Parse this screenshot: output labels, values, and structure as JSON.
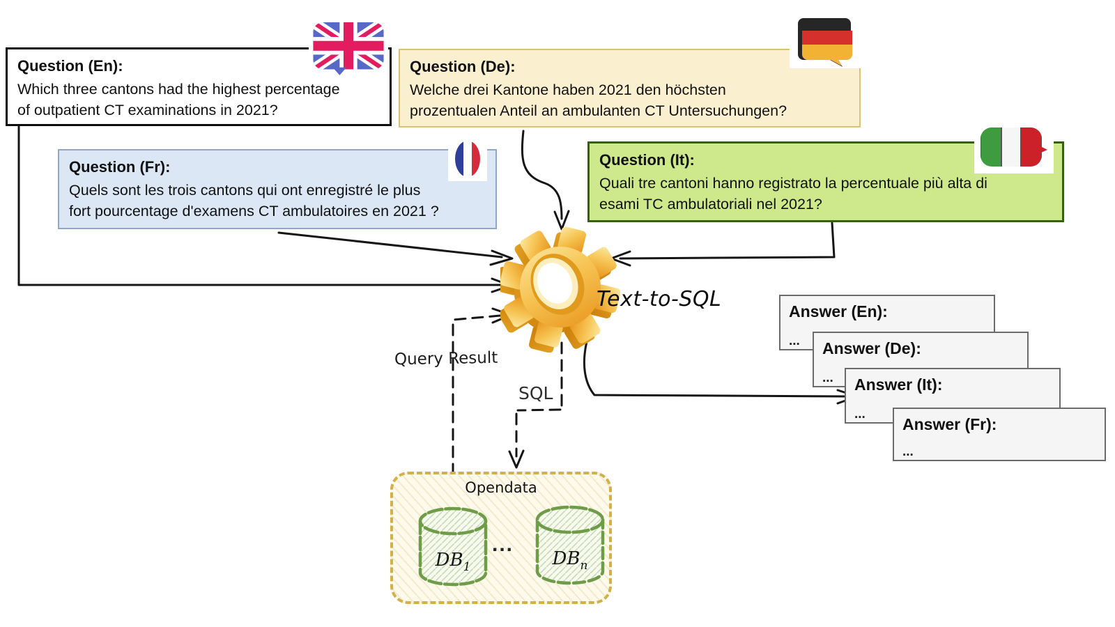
{
  "questions": [
    {
      "id": "en",
      "title": "Question (En):",
      "line1": "Which three cantons had the highest percentage",
      "line2": "of outpatient CT examinations in 2021?"
    },
    {
      "id": "de",
      "title": "Question (De):",
      "line1": "Welche drei Kantone haben 2021 den höchsten",
      "line2": "prozentualen Anteil an ambulanten CT Untersuchungen?"
    },
    {
      "id": "fr",
      "title": "Question (Fr):",
      "line1": "Quels sont les trois cantons qui ont enregistré le plus",
      "line2": "fort pourcentage d'examens CT ambulatoires en 2021 ?"
    },
    {
      "id": "it",
      "title": "Question (It):",
      "line1": "Quali tre cantoni hanno registrato la percentuale più alta di",
      "line2": "esami TC ambulatoriali nel 2021?"
    }
  ],
  "engine": {
    "label": "Text-to-SQL",
    "icon": "gear-icon"
  },
  "flows": {
    "query_result": "Query Result",
    "sql": "SQL"
  },
  "answers": [
    {
      "id": "en",
      "title": "Answer (En):",
      "body": "..."
    },
    {
      "id": "de",
      "title": "Answer (De):",
      "body": "..."
    },
    {
      "id": "it",
      "title": "Answer (It):",
      "body": "..."
    },
    {
      "id": "fr",
      "title": "Answer (Fr):",
      "body": "..."
    }
  ],
  "datastore": {
    "title": "Opendata",
    "separator": "...",
    "databases": [
      {
        "name": "DB",
        "subscript": "1"
      },
      {
        "name": "DB",
        "subscript": "n"
      }
    ]
  },
  "colors": {
    "question_de_bg": "#faf0d0",
    "question_fr_bg": "#dce7f6",
    "question_it_bg": "#cee88c",
    "answer_bg": "#f5f5f5",
    "opendata_border": "#d2b04a",
    "db_stroke": "#6f9c48",
    "gear": "#f0a32a",
    "arrow": "#151515"
  }
}
